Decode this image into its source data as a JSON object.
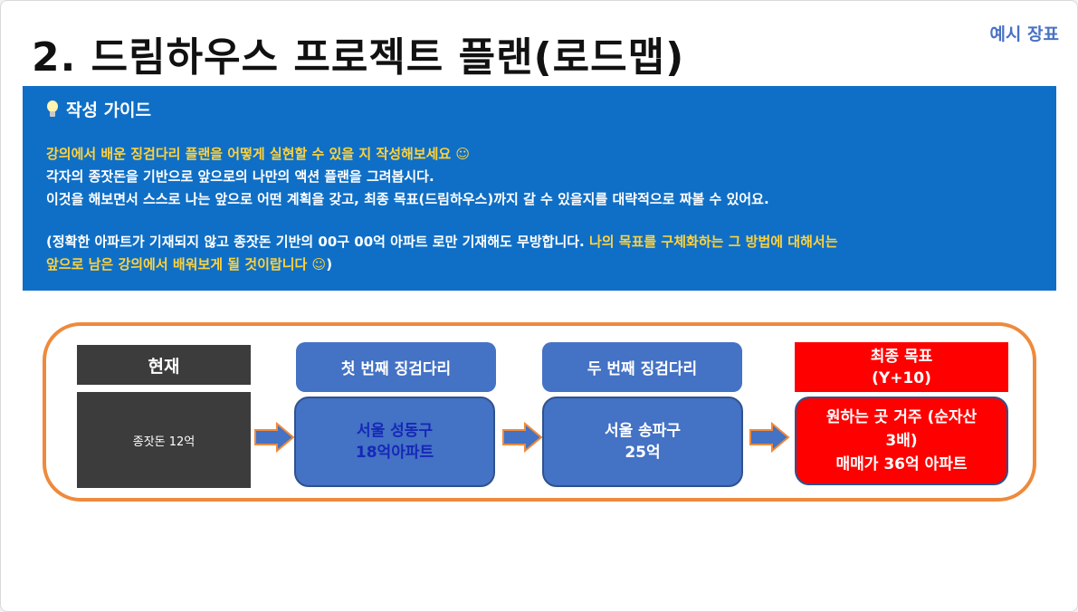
{
  "header": {
    "sample_tag": "예시 장표",
    "title": "2. 드림하우스 프로젝트 플랜(로드맵)"
  },
  "guide": {
    "icon": "lightbulb-icon",
    "heading": "작성 가이드",
    "line1": "강의에서 배운 징검다리 플랜을 어떻게 실현할 수 있을 지 작성해보세요 ☺",
    "line2": "각자의 종잣돈을 기반으로 앞으로의 나만의 액션 플랜을 그려봅시다.",
    "line3": "이것을 해보면서 스스로 나는 앞으로 어떤 계획을 갖고, 최종 목표(드림하우스)까지 갈 수 있을지를 대략적으로 짜볼 수 있어요.",
    "line4_white": "(정확한 아파트가 기재되지 않고 종잣돈 기반의 00구 00억 아파트 로만 기재해도 무방합니다.",
    "line4_yellow": "나의 목표를 구체화하는 그 방법에 대해서는",
    "line5_yellow": "앞으로 남은 강의에서 배워보게 될 것이랍니다 ☺",
    "line5_white": ")"
  },
  "roadmap": {
    "current": {
      "label": "현재",
      "content": "종잣돈 12억"
    },
    "step1": {
      "label": "첫 번째 징검다리",
      "line1": "서울 성동구",
      "line2": "18억아파트"
    },
    "step2": {
      "label": "두 번째 징검다리",
      "line1": "서울 송파구",
      "line2": "25억"
    },
    "goal": {
      "label": "최종 목표",
      "sub": "(Y+10)",
      "line1": "원하는 곳 거주 (순자산",
      "line2": "3배)",
      "line3": "매매가 36억 아파트"
    }
  },
  "colors": {
    "guide_bg": "#0f6fc6",
    "highlight": "#ffd23c",
    "step_blue": "#4472c4",
    "goal_red": "#ff0000",
    "border_orange": "#ee8a3c",
    "current_dark": "#3c3c3c"
  }
}
